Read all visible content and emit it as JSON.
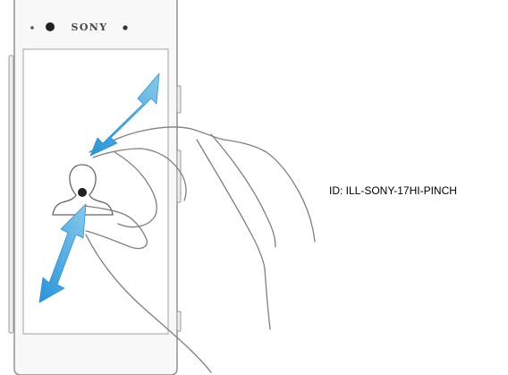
{
  "device": {
    "brand": "SONY"
  },
  "gesture": {
    "type": "pinch-zoom"
  },
  "caption": {
    "text": "ID: ILL-SONY-17HI-PINCH"
  },
  "colors": {
    "phone_outline": "#8a8a8a",
    "phone_body": "#f8f8f8",
    "screen_fill": "#ffffff",
    "hand_outline": "#7f7f7f",
    "arrow_light": "#79c3ea",
    "arrow_dark": "#2b93d5",
    "avatar_fill": "#ffffff",
    "dot": "#222222"
  },
  "icons": [
    "front-camera-icon",
    "sensor-dot-icon",
    "person-avatar-icon",
    "double-arrow-icon"
  ]
}
